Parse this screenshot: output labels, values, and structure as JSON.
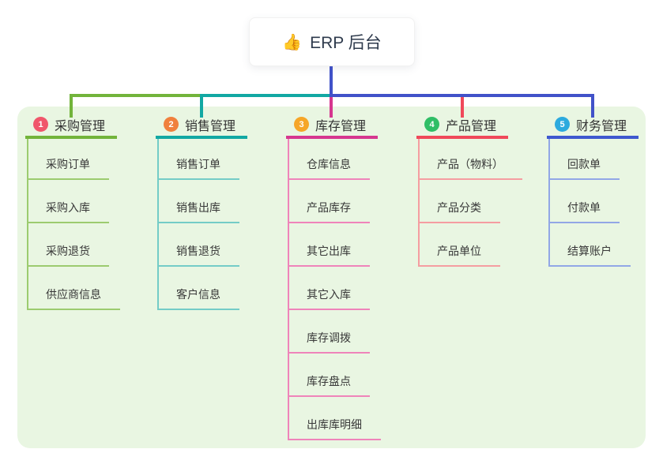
{
  "root": {
    "emoji": "👍",
    "label": "ERP 后台"
  },
  "colors": {
    "panel_bg": "#e9f6e2",
    "trunk": "#4152c9",
    "branch_lines": [
      "#72b43b",
      "#12a8a3",
      "#d6378f",
      "#f0495a",
      "#3f58cf"
    ],
    "branch_light_lines": [
      "#9ccb6f",
      "#74ccc7",
      "#ef84ba",
      "#f59da1",
      "#92a7e6"
    ],
    "badges": [
      "#f0566b",
      "#f0803d",
      "#f6a628",
      "#2fbe66",
      "#2caade"
    ]
  },
  "branches": [
    {
      "num": "1",
      "label": "采购管理",
      "items": [
        "采购订单",
        "采购入库",
        "采购退货",
        "供应商信息"
      ]
    },
    {
      "num": "2",
      "label": "销售管理",
      "items": [
        "销售订单",
        "销售出库",
        "销售退货",
        "客户信息"
      ]
    },
    {
      "num": "3",
      "label": "库存管理",
      "items": [
        "仓库信息",
        "产品库存",
        "其它出库",
        "其它入库",
        "库存调拨",
        "库存盘点",
        "出库库明细"
      ]
    },
    {
      "num": "4",
      "label": "产品管理",
      "items": [
        "产品（物料）",
        "产品分类",
        "产品单位"
      ]
    },
    {
      "num": "5",
      "label": "财务管理",
      "items": [
        "回款单",
        "付款单",
        "结算账户"
      ]
    }
  ]
}
